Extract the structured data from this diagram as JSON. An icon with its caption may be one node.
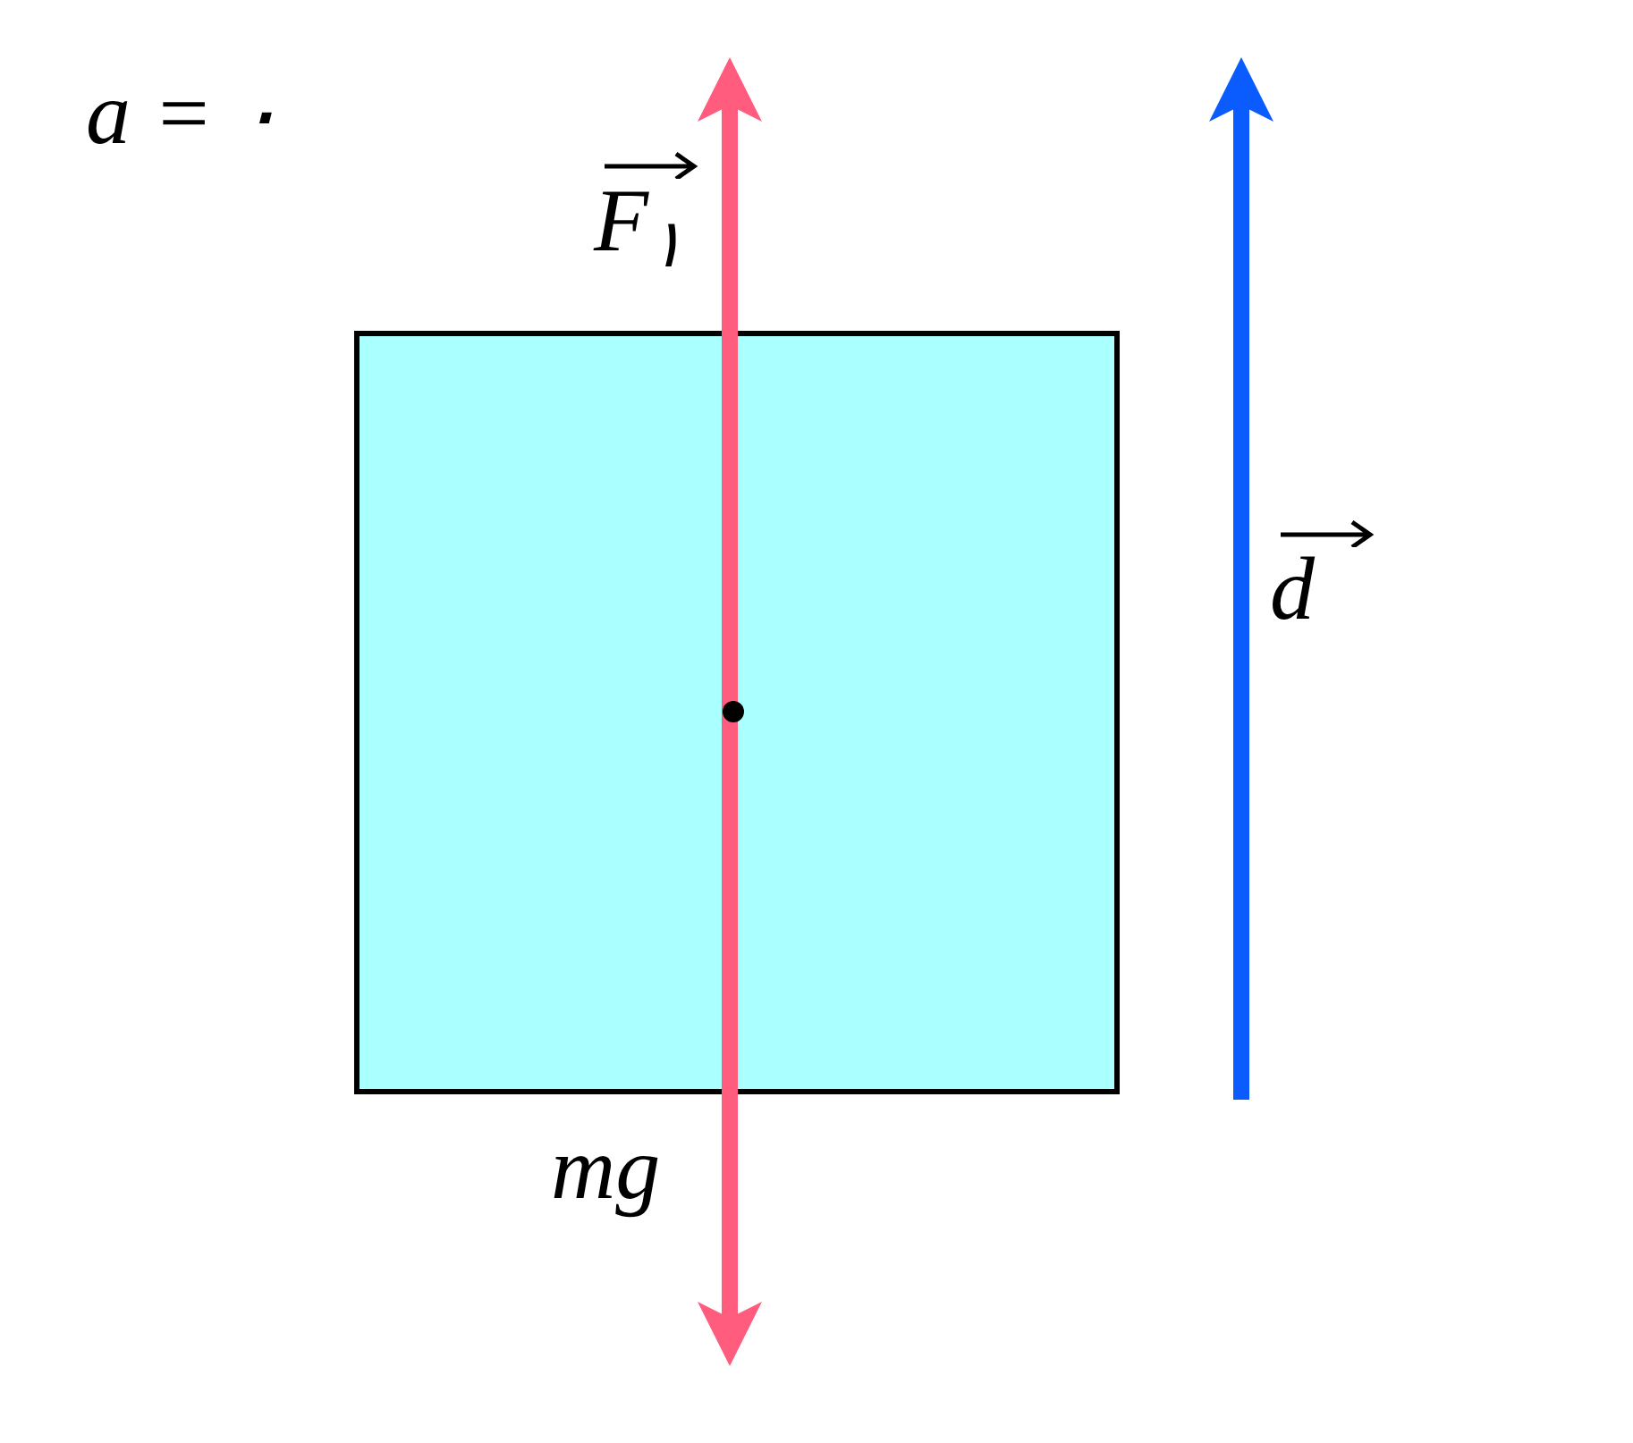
{
  "diagram": {
    "nodes": [
      {
        "text": [],
        "shape": "box"
      }
    ],
    "labels": [
      "a = ۰",
      "F$_{۱}$",
      "mg",
      "d"
    ]
  }
}
